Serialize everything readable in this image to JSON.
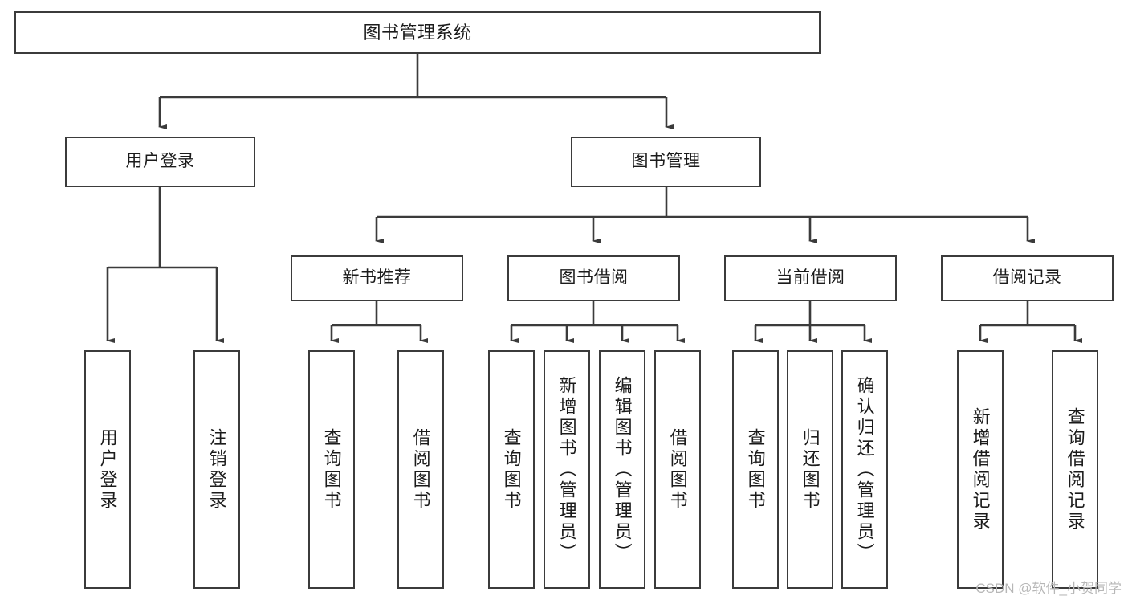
{
  "diagram": {
    "title": "图书管理系统",
    "type": "tree-hierarchy-chart",
    "line_color": "#3b3b3b",
    "box_fill": "#ffffff",
    "text_color": "#1b1b1b"
  },
  "nodes": {
    "root": {
      "label": "图书管理系统"
    },
    "level2": [
      {
        "id": "user-login",
        "label": "用户登录"
      },
      {
        "id": "book-management",
        "label": "图书管理"
      }
    ],
    "level3": [
      {
        "id": "new-book-recommend",
        "label": "新书推荐"
      },
      {
        "id": "book-borrow",
        "label": "图书借阅"
      },
      {
        "id": "current-borrow",
        "label": "当前借阅"
      },
      {
        "id": "borrow-record",
        "label": "借阅记录"
      }
    ],
    "leaves": {
      "user_login": [
        {
          "id": "leaf-user-login",
          "label": "用户登录"
        },
        {
          "id": "leaf-user-logout",
          "label": "注销登录"
        }
      ],
      "new_book_recommend": [
        {
          "id": "leaf-query-book-1",
          "label": "查询图书"
        },
        {
          "id": "leaf-borrow-book-1",
          "label": "借阅图书"
        }
      ],
      "book_borrow": [
        {
          "id": "leaf-query-book-2",
          "label": "查询图书"
        },
        {
          "id": "leaf-add-book",
          "label": "新增图书（管理员）"
        },
        {
          "id": "leaf-edit-book",
          "label": "编辑图书（管理员）"
        },
        {
          "id": "leaf-borrow-book-2",
          "label": "借阅图书"
        }
      ],
      "current_borrow": [
        {
          "id": "leaf-query-book-3",
          "label": "查询图书"
        },
        {
          "id": "leaf-return-book",
          "label": "归还图书"
        },
        {
          "id": "leaf-confirm-return",
          "label": "确认归还（管理员）"
        }
      ],
      "borrow_record": [
        {
          "id": "leaf-add-record",
          "label": "新增借阅记录"
        },
        {
          "id": "leaf-query-record",
          "label": "查询借阅记录"
        }
      ]
    }
  },
  "watermark": {
    "text": "CSDN @软件_小贺同学"
  }
}
